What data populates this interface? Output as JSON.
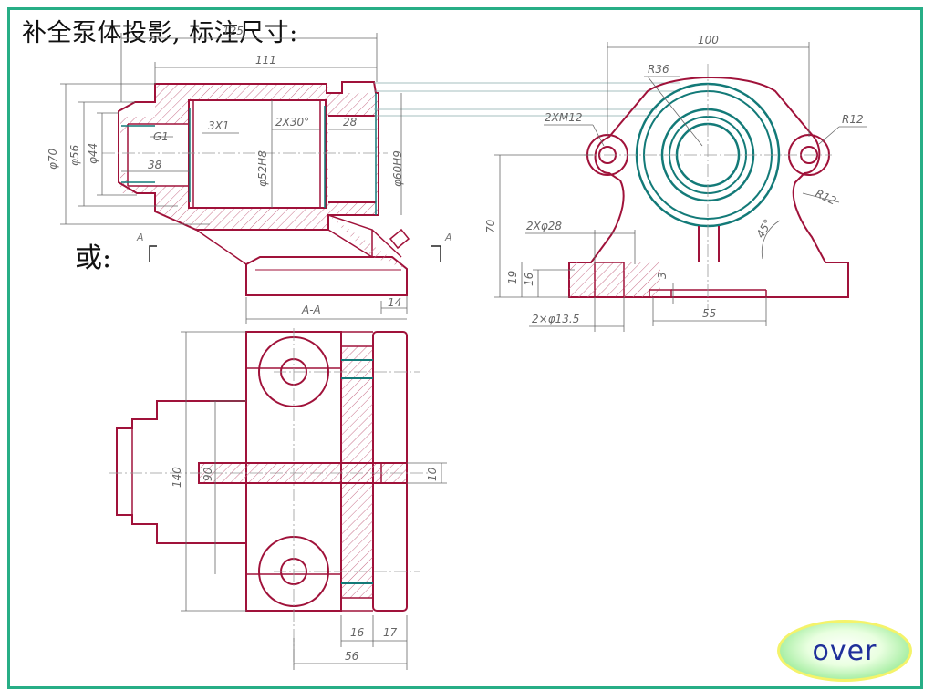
{
  "title": "补全泵体投影, 标注尺寸:",
  "alt_label": "或:",
  "button": {
    "label": "over"
  },
  "colors": {
    "border": "#27ae86",
    "outline": "#a0123a",
    "teal": "#137a78",
    "dim": "#7a7a7a",
    "hatch": "#c04060"
  },
  "dims": {
    "d125": "125",
    "d111": "111",
    "d100": "100",
    "r36": "R36",
    "m12": "2XM12",
    "r12a": "R12",
    "r12b": "R12",
    "phi70": "φ70",
    "phi56": "φ56",
    "phi44": "φ44",
    "g1": "G1",
    "d38": "38",
    "c3x1": "3X1",
    "c2x30": "2X30°",
    "d28": "28",
    "phi52": "φ52H8",
    "phi60": "φ60H9",
    "d70": "70",
    "phi28": "2Xφ28",
    "d19": "19",
    "d16v": "16",
    "d3": "3",
    "a45": "45°",
    "phi135": "2×φ13.5",
    "d55": "55",
    "aa": "A-A",
    "d14": "14",
    "d140": "140",
    "d90": "90",
    "d10": "10",
    "d16": "16",
    "d17": "17",
    "d56": "56",
    "secA1": "A",
    "secA2": "A"
  }
}
